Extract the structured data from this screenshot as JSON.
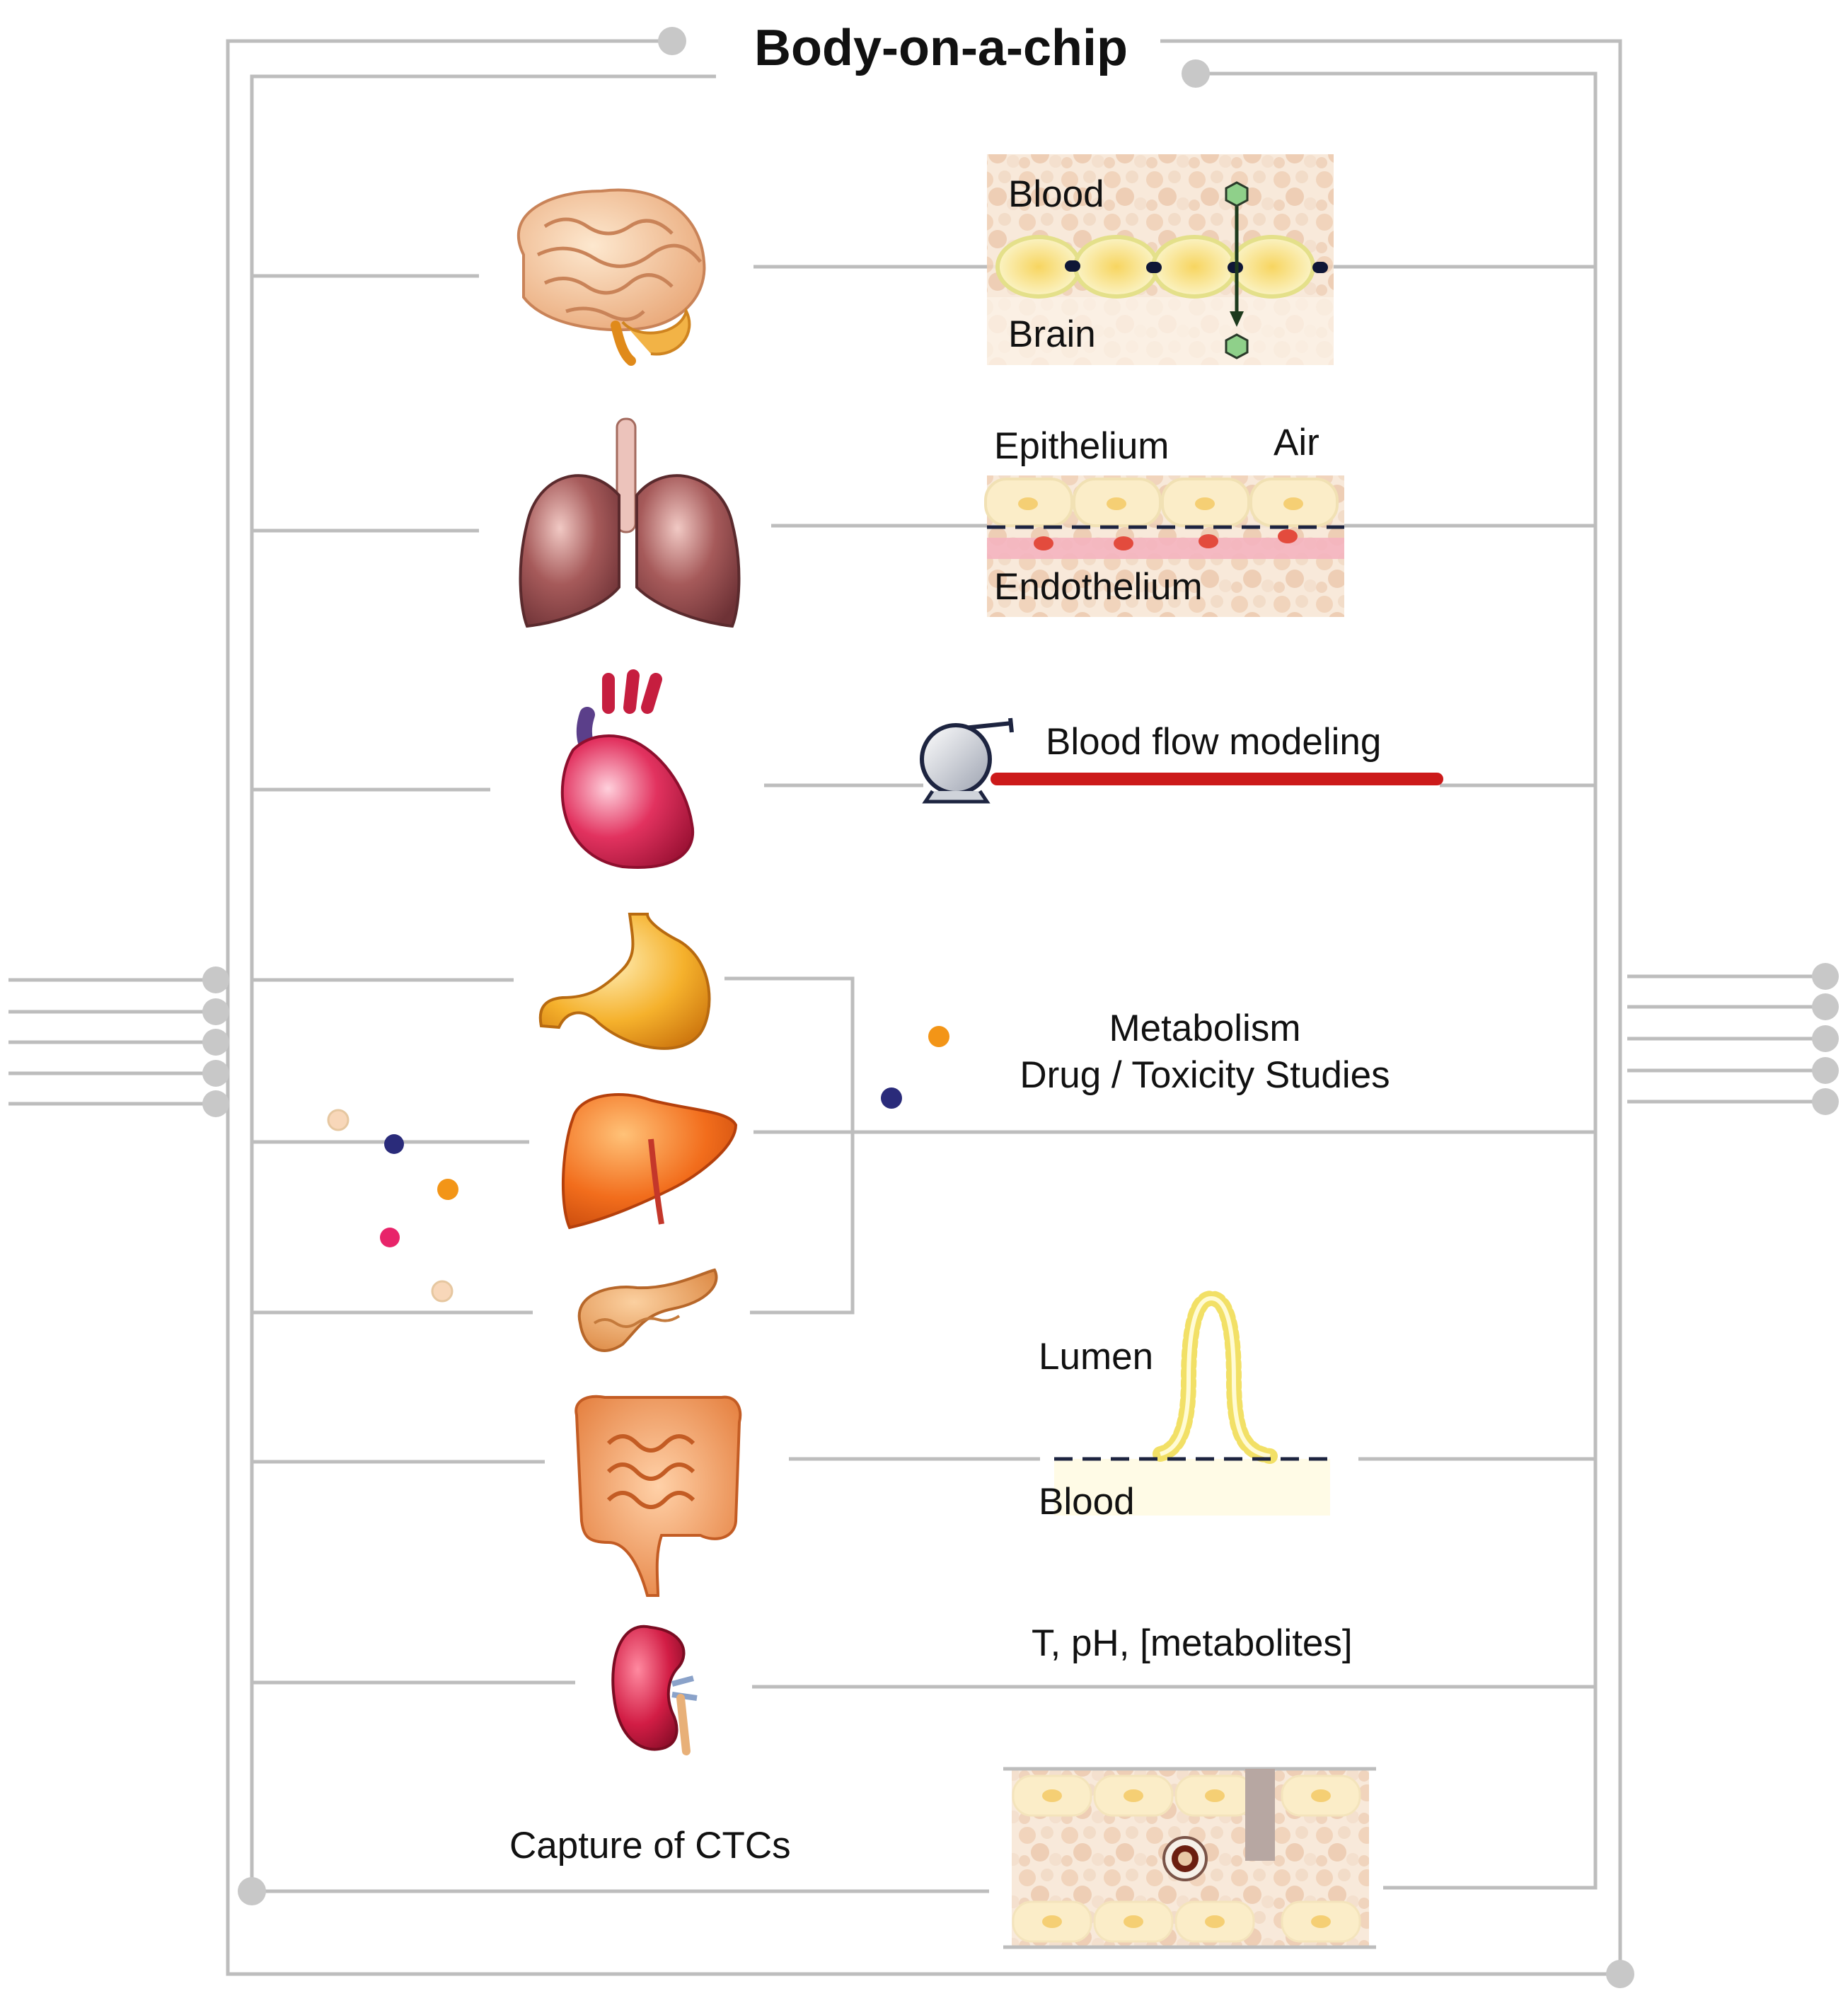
{
  "title": "Body-on-a-chip",
  "organs": {
    "brain": "brain-icon",
    "lungs": "lungs-icon",
    "heart": "heart-icon",
    "stomach": "stomach-icon",
    "liver": "liver-icon",
    "pancreas": "pancreas-icon",
    "intestine": "intestine-icon",
    "kidney": "kidney-icon"
  },
  "panels": {
    "bbb": {
      "top": "Blood",
      "bottom": "Brain"
    },
    "lung": {
      "left": "Epithelium",
      "right": "Air",
      "bottom": "Endothelium"
    },
    "heart": {
      "label": "Blood flow modeling"
    },
    "metabolism": {
      "line1": "Metabolism",
      "line2": "Drug / Toxicity Studies"
    },
    "gut": {
      "top": "Lumen",
      "bottom": "Blood"
    },
    "kidney": {
      "label": "T, pH, [metabolites]"
    },
    "ctc": {
      "label": "Capture of CTCs"
    }
  },
  "colors": {
    "wire": "#bdbdbd",
    "node": "#c8c8c8",
    "flow": "#cc1a1a",
    "dash": "#1d2440",
    "cell": "#f5e7a0",
    "tissue": "#f3d9c2"
  }
}
